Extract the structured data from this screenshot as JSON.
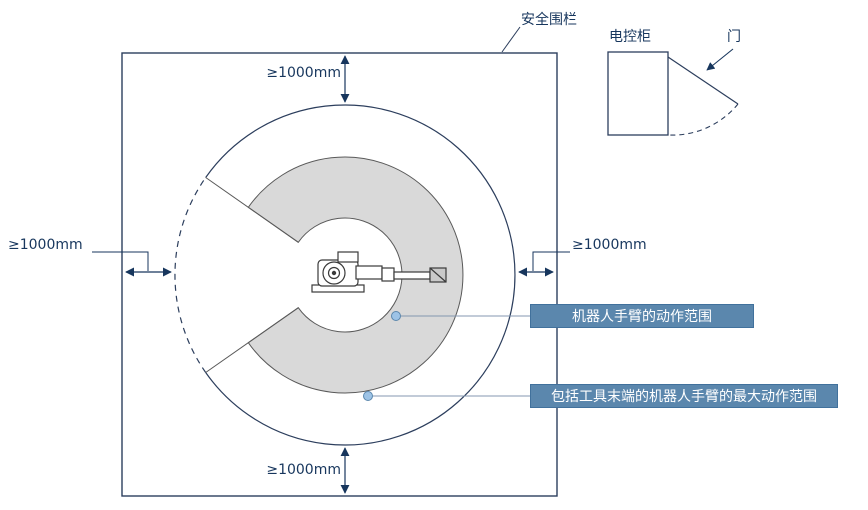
{
  "labels": {
    "safety_fence": "安全围栏",
    "control_cabinet": "电控柜",
    "door": "门"
  },
  "dimensions": {
    "top": "≥1000mm",
    "bottom": "≥1000mm",
    "left": "≥1000mm",
    "right": "≥1000mm"
  },
  "callouts": {
    "arm_range": "机器人手臂的动作范围",
    "max_range": "包括工具末端的机器人手臂的最大动作范围"
  },
  "colors": {
    "line": "#2c3e5d",
    "text": "#17365d",
    "range_fill": "#d9d9d9",
    "range_stroke": "#595959",
    "callout_bg": "#5b87ad",
    "callout_border": "#41719c",
    "callout_text": "#ffffff",
    "leader_line": "#8497b0",
    "dot_fill": "#9dc3e6",
    "dot_stroke": "#5b87ad"
  }
}
